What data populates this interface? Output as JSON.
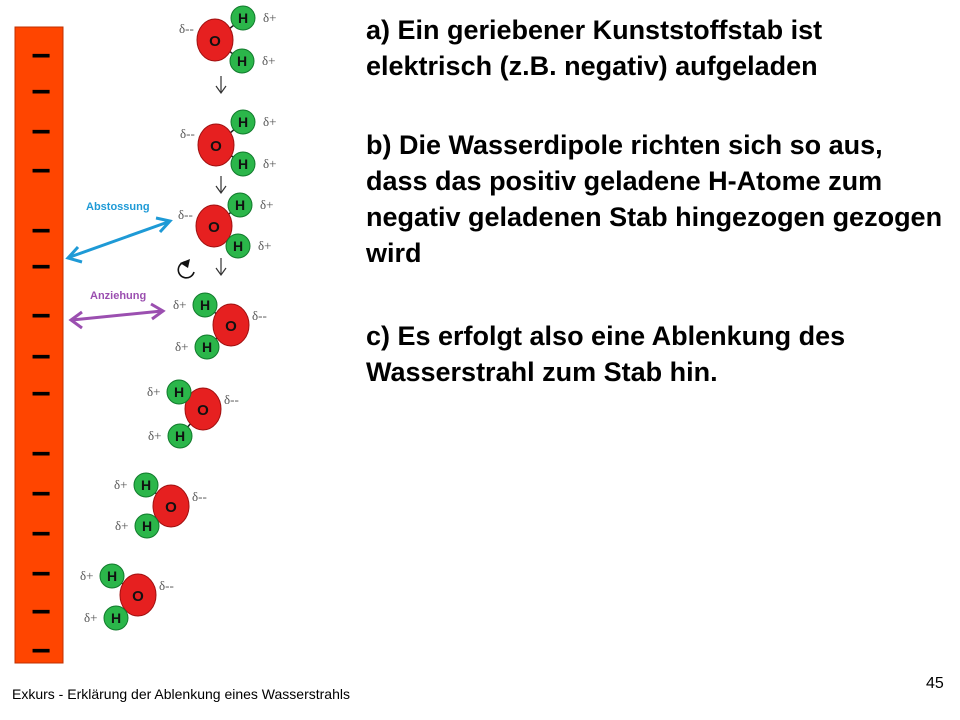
{
  "text_blocks": [
    "a) Ein geriebener Kunststoffstab ist elektrisch (z.B. negativ) aufgeladen",
    "b) Die Wasserdipole richten sich so aus, dass das positiv geladene H-Atome zum negativ geladenen Stab hingezogen gezogen wird",
    "c) Es erfolgt also eine Ablenkung des Wasserstrahl zum Stab hin."
  ],
  "footer": "Exkurs - Erklärung der Ablenkung eines Wasserstrahls",
  "page_number": "45",
  "labels": {
    "repulsion": "Abstossung",
    "attraction": "Anziehung"
  },
  "atoms": {
    "hydrogen": "H",
    "oxygen": "O",
    "delta_negative": "δ--",
    "delta_positive": "δ+"
  },
  "charge_symbol": "−",
  "colors": {
    "rod": "#ff4500",
    "oxygen": "#e62020",
    "hydrogen": "#2bb64a",
    "repulsion": "#1e9ad6",
    "attraction": "#9b4fb0"
  }
}
